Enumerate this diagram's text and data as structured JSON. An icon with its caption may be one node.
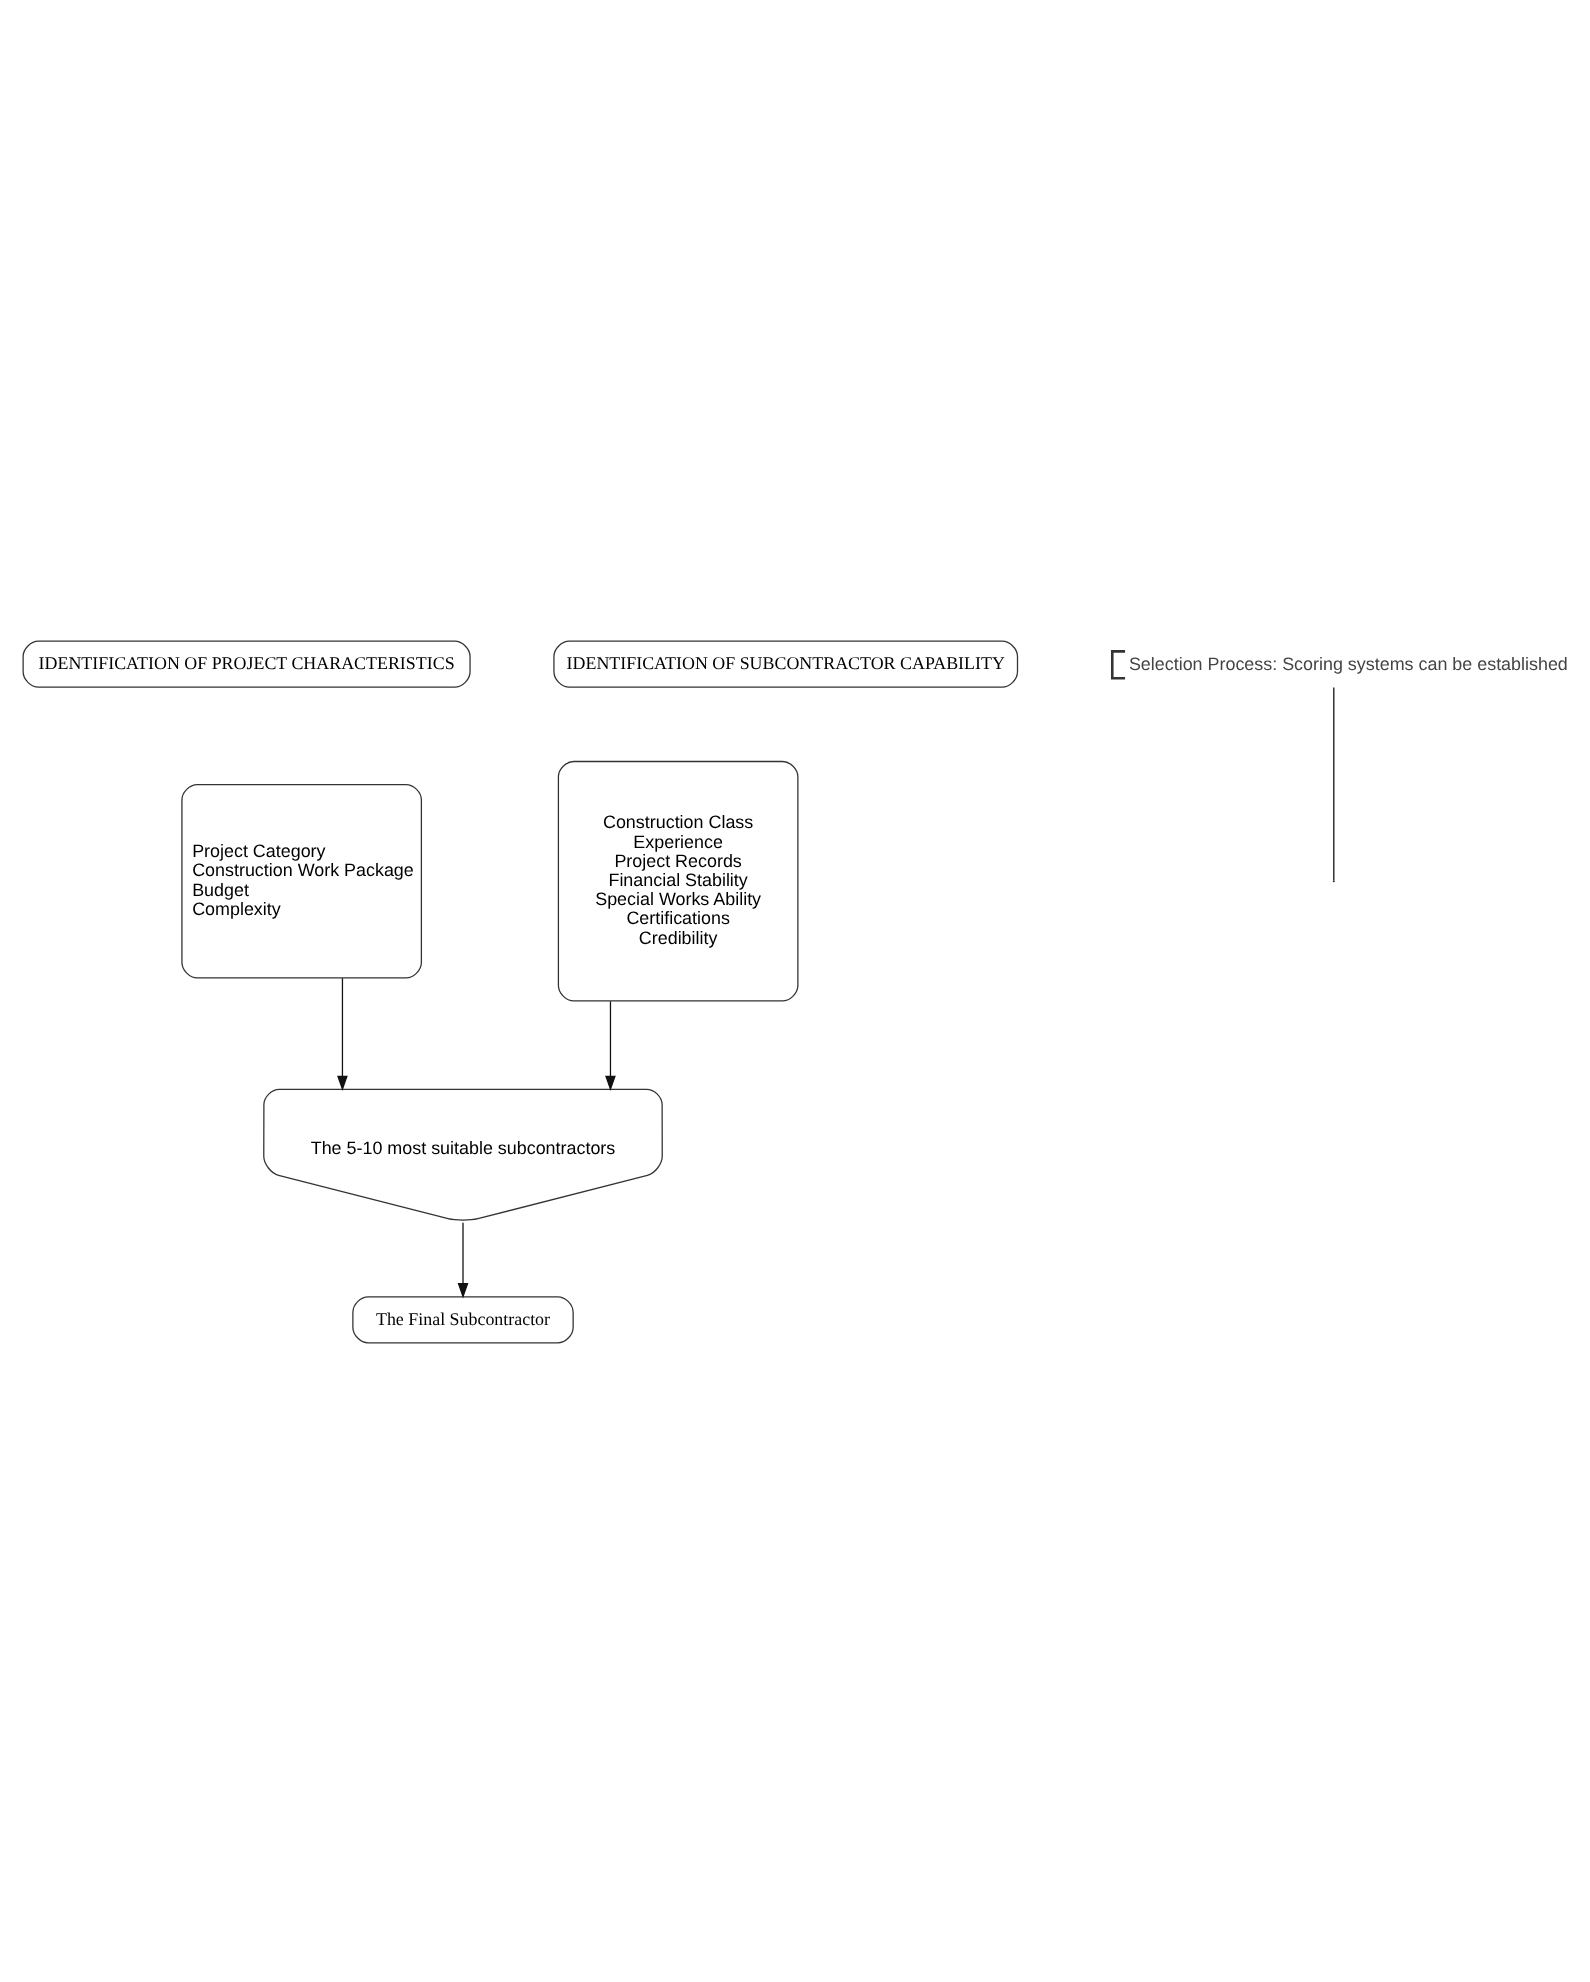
{
  "diagram": {
    "nodes": [
      {
        "text": [
          "IDENTIFICATION OF PROJECT CHARACTERISTICS"
        ]
      },
      {
        "text": [
          "Project Category",
          "Construction Work Package",
          "Budget",
          "Complexity"
        ]
      },
      {
        "text": [
          "IDENTIFICATION OF SUBCONTRACTOR CAPABILITY"
        ]
      },
      {
        "text": [
          "Construction Class",
          "Experience",
          "Project Records",
          "Financial Stability",
          "Special Works Ability",
          "Certifications",
          "Credibility"
        ]
      },
      {
        "text": [
          "The 5-10 most suitable subcontractors"
        ]
      },
      {
        "text": [
          "The Final Subcontractor"
        ]
      },
      {
        "text": [
          "Selection Process: Scoring systems can be established"
        ]
      }
    ],
    "edges": [
      {
        "from": 1,
        "to": 4,
        "arrow": "to"
      },
      {
        "from": 3,
        "to": 4,
        "arrow": "to"
      },
      {
        "from": 4,
        "to": 5,
        "arrow": "to"
      },
      {
        "from": 6,
        "to": null,
        "arrow": "none"
      }
    ]
  }
}
